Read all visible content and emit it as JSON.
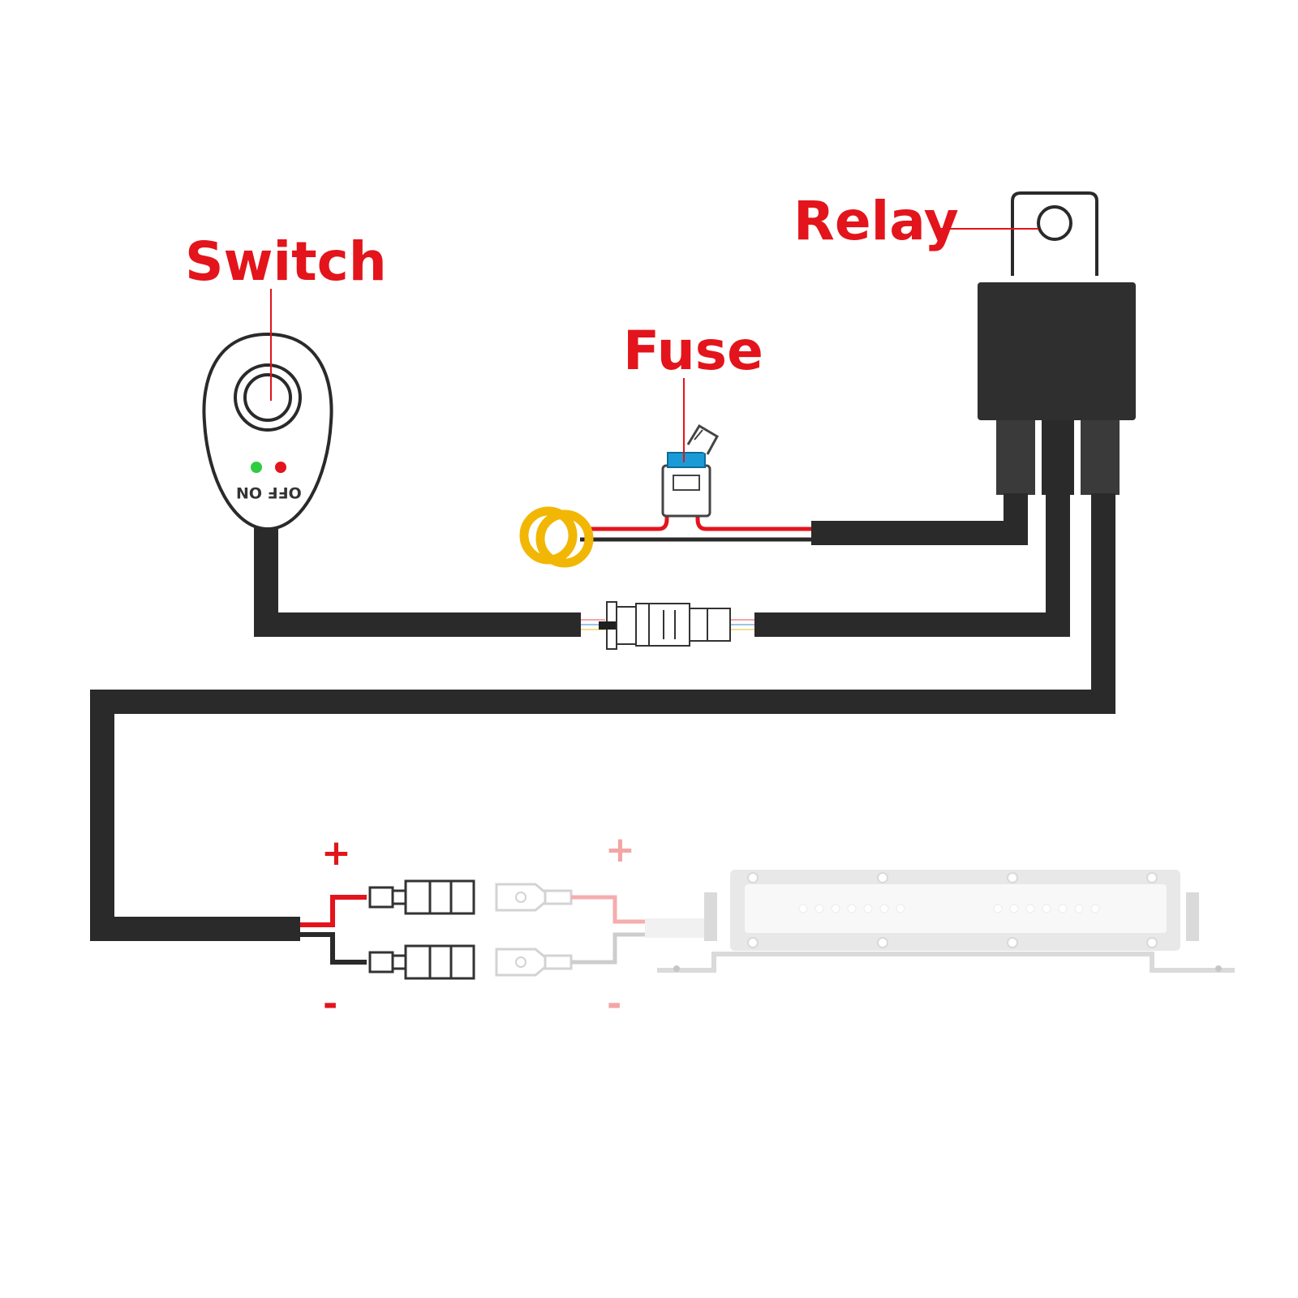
{
  "labels": {
    "switch": "Switch",
    "fuse": "Fuse",
    "relay": "Relay",
    "switch_states": "OFF ON",
    "positive": "+",
    "negative": "-"
  },
  "colors": {
    "label_red": "#e3141b",
    "wire_black": "#2a2a2a",
    "wire_red": "#e3141b",
    "ring_terminal": "#f2b705",
    "fuse_blue": "#1a9bd7",
    "led_green": "#2ecc40",
    "led_red": "#e3141b",
    "faded": "#cfcfcf",
    "faded_red": "#f4a5a5"
  },
  "icons": {
    "switch": "push-button-switch-icon",
    "fuse": "blade-fuse-holder-icon",
    "relay": "relay-icon",
    "connector": "wire-connector-icon",
    "ring_terminal": "ring-terminal-icon",
    "light_bar": "led-light-bar-icon"
  }
}
